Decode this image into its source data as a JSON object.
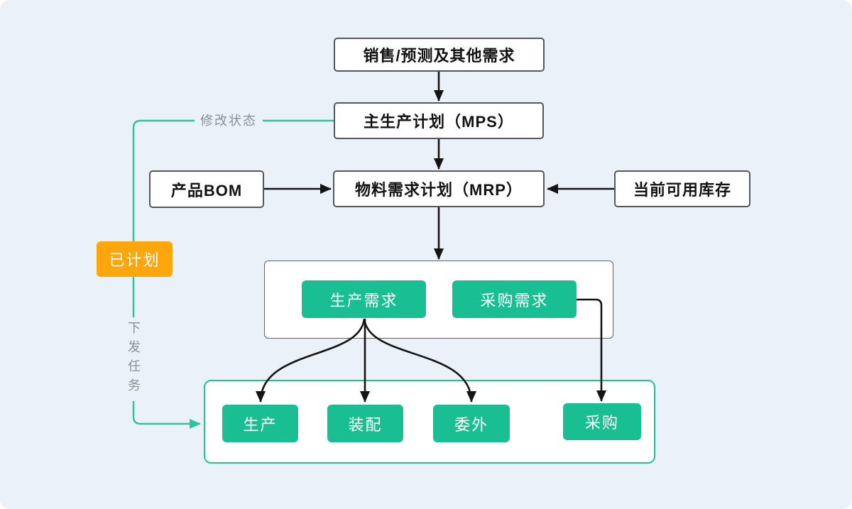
{
  "nodes": {
    "sales_forecast": {
      "label": "销售/预测及其他需求"
    },
    "mps": {
      "label": "主生产计划（MPS）"
    },
    "product_bom": {
      "label": "产品BOM"
    },
    "mrp": {
      "label": "物料需求计划（MRP）"
    },
    "available_inventory": {
      "label": "当前可用库存"
    },
    "production_demand": {
      "label": "生产需求"
    },
    "purchase_demand": {
      "label": "采购需求"
    },
    "production": {
      "label": "生产"
    },
    "assembly": {
      "label": "装配"
    },
    "outsourcing": {
      "label": "委外"
    },
    "purchase": {
      "label": "采购"
    },
    "planned_status": {
      "label": "已计划"
    }
  },
  "edge_labels": {
    "modify_status": "修改状态",
    "dispatch_tasks": "下发任务"
  },
  "colors": {
    "background": "#EBF1F9",
    "node_green": "#19BE92",
    "status_orange": "#FFA60D",
    "teal_connector": "#29C69B",
    "arrow_black": "#141414",
    "label_gray": "#899099",
    "box_border": "#54575B",
    "task_border": "#1EC497"
  }
}
